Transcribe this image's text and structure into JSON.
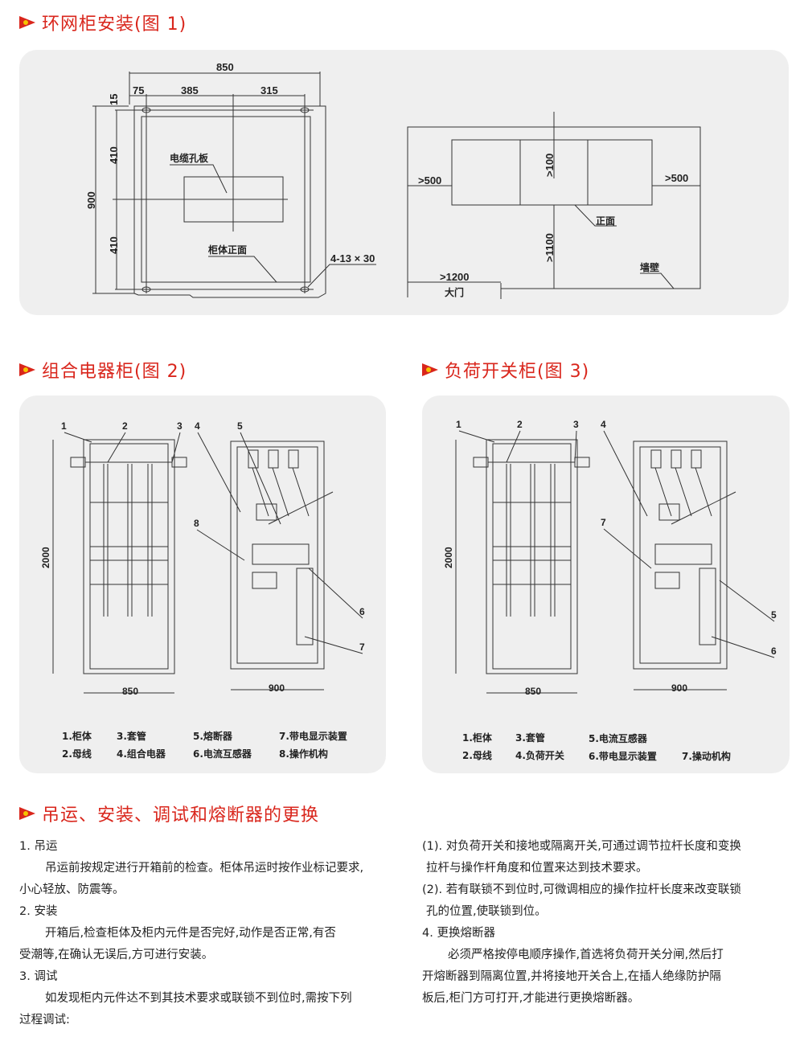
{
  "sections": {
    "s1": "环网柜安装(图 1)",
    "s2": "组合电器柜(图 2)",
    "s3": "负荷开关柜(图 3)",
    "s4": "吊运、安装、调试和熔断器的更换"
  },
  "fig1": {
    "left": {
      "width": "850",
      "d75": "75",
      "d385": "385",
      "d315": "315",
      "d15": "15",
      "height": "900",
      "d410a": "410",
      "d410b": "410",
      "cable_plate": "电缆孔板",
      "front": "柜体正面",
      "holes": "4-13 × 30"
    },
    "right": {
      "left_gap": ">500",
      "right_gap": ">500",
      "rear_gap": ">100",
      "front_gap": ">1100",
      "door_width": ">1200",
      "door": "大门",
      "front": "正面",
      "wall": "墙壁"
    }
  },
  "fig2": {
    "callouts": [
      "1",
      "2",
      "3",
      "4",
      "5",
      "6",
      "7",
      "8"
    ],
    "height": "2000",
    "width_side": "850",
    "width_front": "900",
    "legend": [
      "1.柜体",
      "2.母线",
      "3.套管",
      "4.组合电器",
      "5.熔断器",
      "6.电流互感器",
      "7.带电显示装置",
      "8.操作机构"
    ]
  },
  "fig3": {
    "callouts": [
      "1",
      "2",
      "3",
      "4",
      "5",
      "6",
      "7"
    ],
    "height": "2000",
    "width_side": "850",
    "width_front": "900",
    "legend": [
      "1.柜体",
      "2.母线",
      "3.套管",
      "4.负荷开关",
      "5.电流互感器",
      "6.带电显示装置",
      "7.操动机构"
    ]
  },
  "text": {
    "left": [
      "1. 吊运",
      "吊运前按规定进行开箱前的检查。柜体吊运时按作业标记要求,",
      "小心轻放、防震等。",
      "2. 安装",
      "开箱后,检查柜体及柜内元件是否完好,动作是否正常,有否",
      "受潮等,在确认无误后,方可进行安装。",
      "3. 调试",
      "如发现柜内元件达不到其技术要求或联锁不到位时,需按下列",
      "过程调试:"
    ],
    "right": [
      "(1). 对负荷开关和接地或隔离开关,可通过调节拉杆长度和变换",
      "拉杆与操作杆角度和位置来达到技术要求。",
      "(2). 若有联锁不到位时,可微调相应的操作拉杆长度来改变联锁",
      "孔的位置,使联锁到位。",
      "4. 更换熔断器",
      "必须严格按停电顺序操作,首选将负荷开关分闸,然后打",
      "开熔断器到隔离位置,并将接地开关合上,在插人绝缘防护隔",
      "板后,柜门方可打开,才能进行更换熔断器。"
    ]
  },
  "colors": {
    "accent": "#d9261c",
    "panel": "#efefef",
    "line": "#333333"
  }
}
